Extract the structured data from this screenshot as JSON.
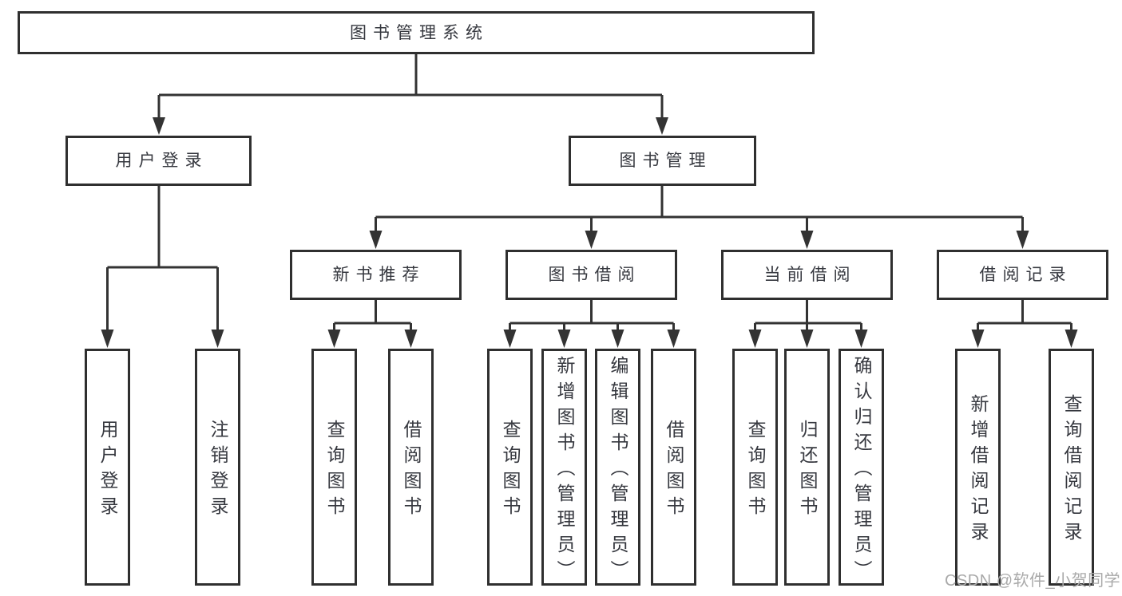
{
  "diagram": {
    "tree": {
      "label": "图书管理系统",
      "children": [
        {
          "label": "用户登录",
          "children": [
            {
              "label": "用户登录"
            },
            {
              "label": "注销登录"
            }
          ]
        },
        {
          "label": "图书管理",
          "children": [
            {
              "label": "新书推荐",
              "children": [
                {
                  "label": "查询图书"
                },
                {
                  "label": "借阅图书"
                }
              ]
            },
            {
              "label": "图书借阅",
              "children": [
                {
                  "label": "查询图书"
                },
                {
                  "label": "新增图书（管理员）"
                },
                {
                  "label": "编辑图书（管理员）"
                },
                {
                  "label": "借阅图书"
                }
              ]
            },
            {
              "label": "当前借阅",
              "children": [
                {
                  "label": "查询图书"
                },
                {
                  "label": "归还图书"
                },
                {
                  "label": "确认归还（管理员）"
                }
              ]
            },
            {
              "label": "借阅记录",
              "children": [
                {
                  "label": "新增借阅记录"
                },
                {
                  "label": "查询借阅记录"
                }
              ]
            }
          ]
        }
      ]
    }
  },
  "watermark": {
    "text": "CSDN @软件_小贺同学"
  },
  "colors": {
    "line": "#333333",
    "border": "#2f2f2f",
    "fill": "#ffffff",
    "text": "#36383f",
    "watermark": "#a9a9a9"
  }
}
